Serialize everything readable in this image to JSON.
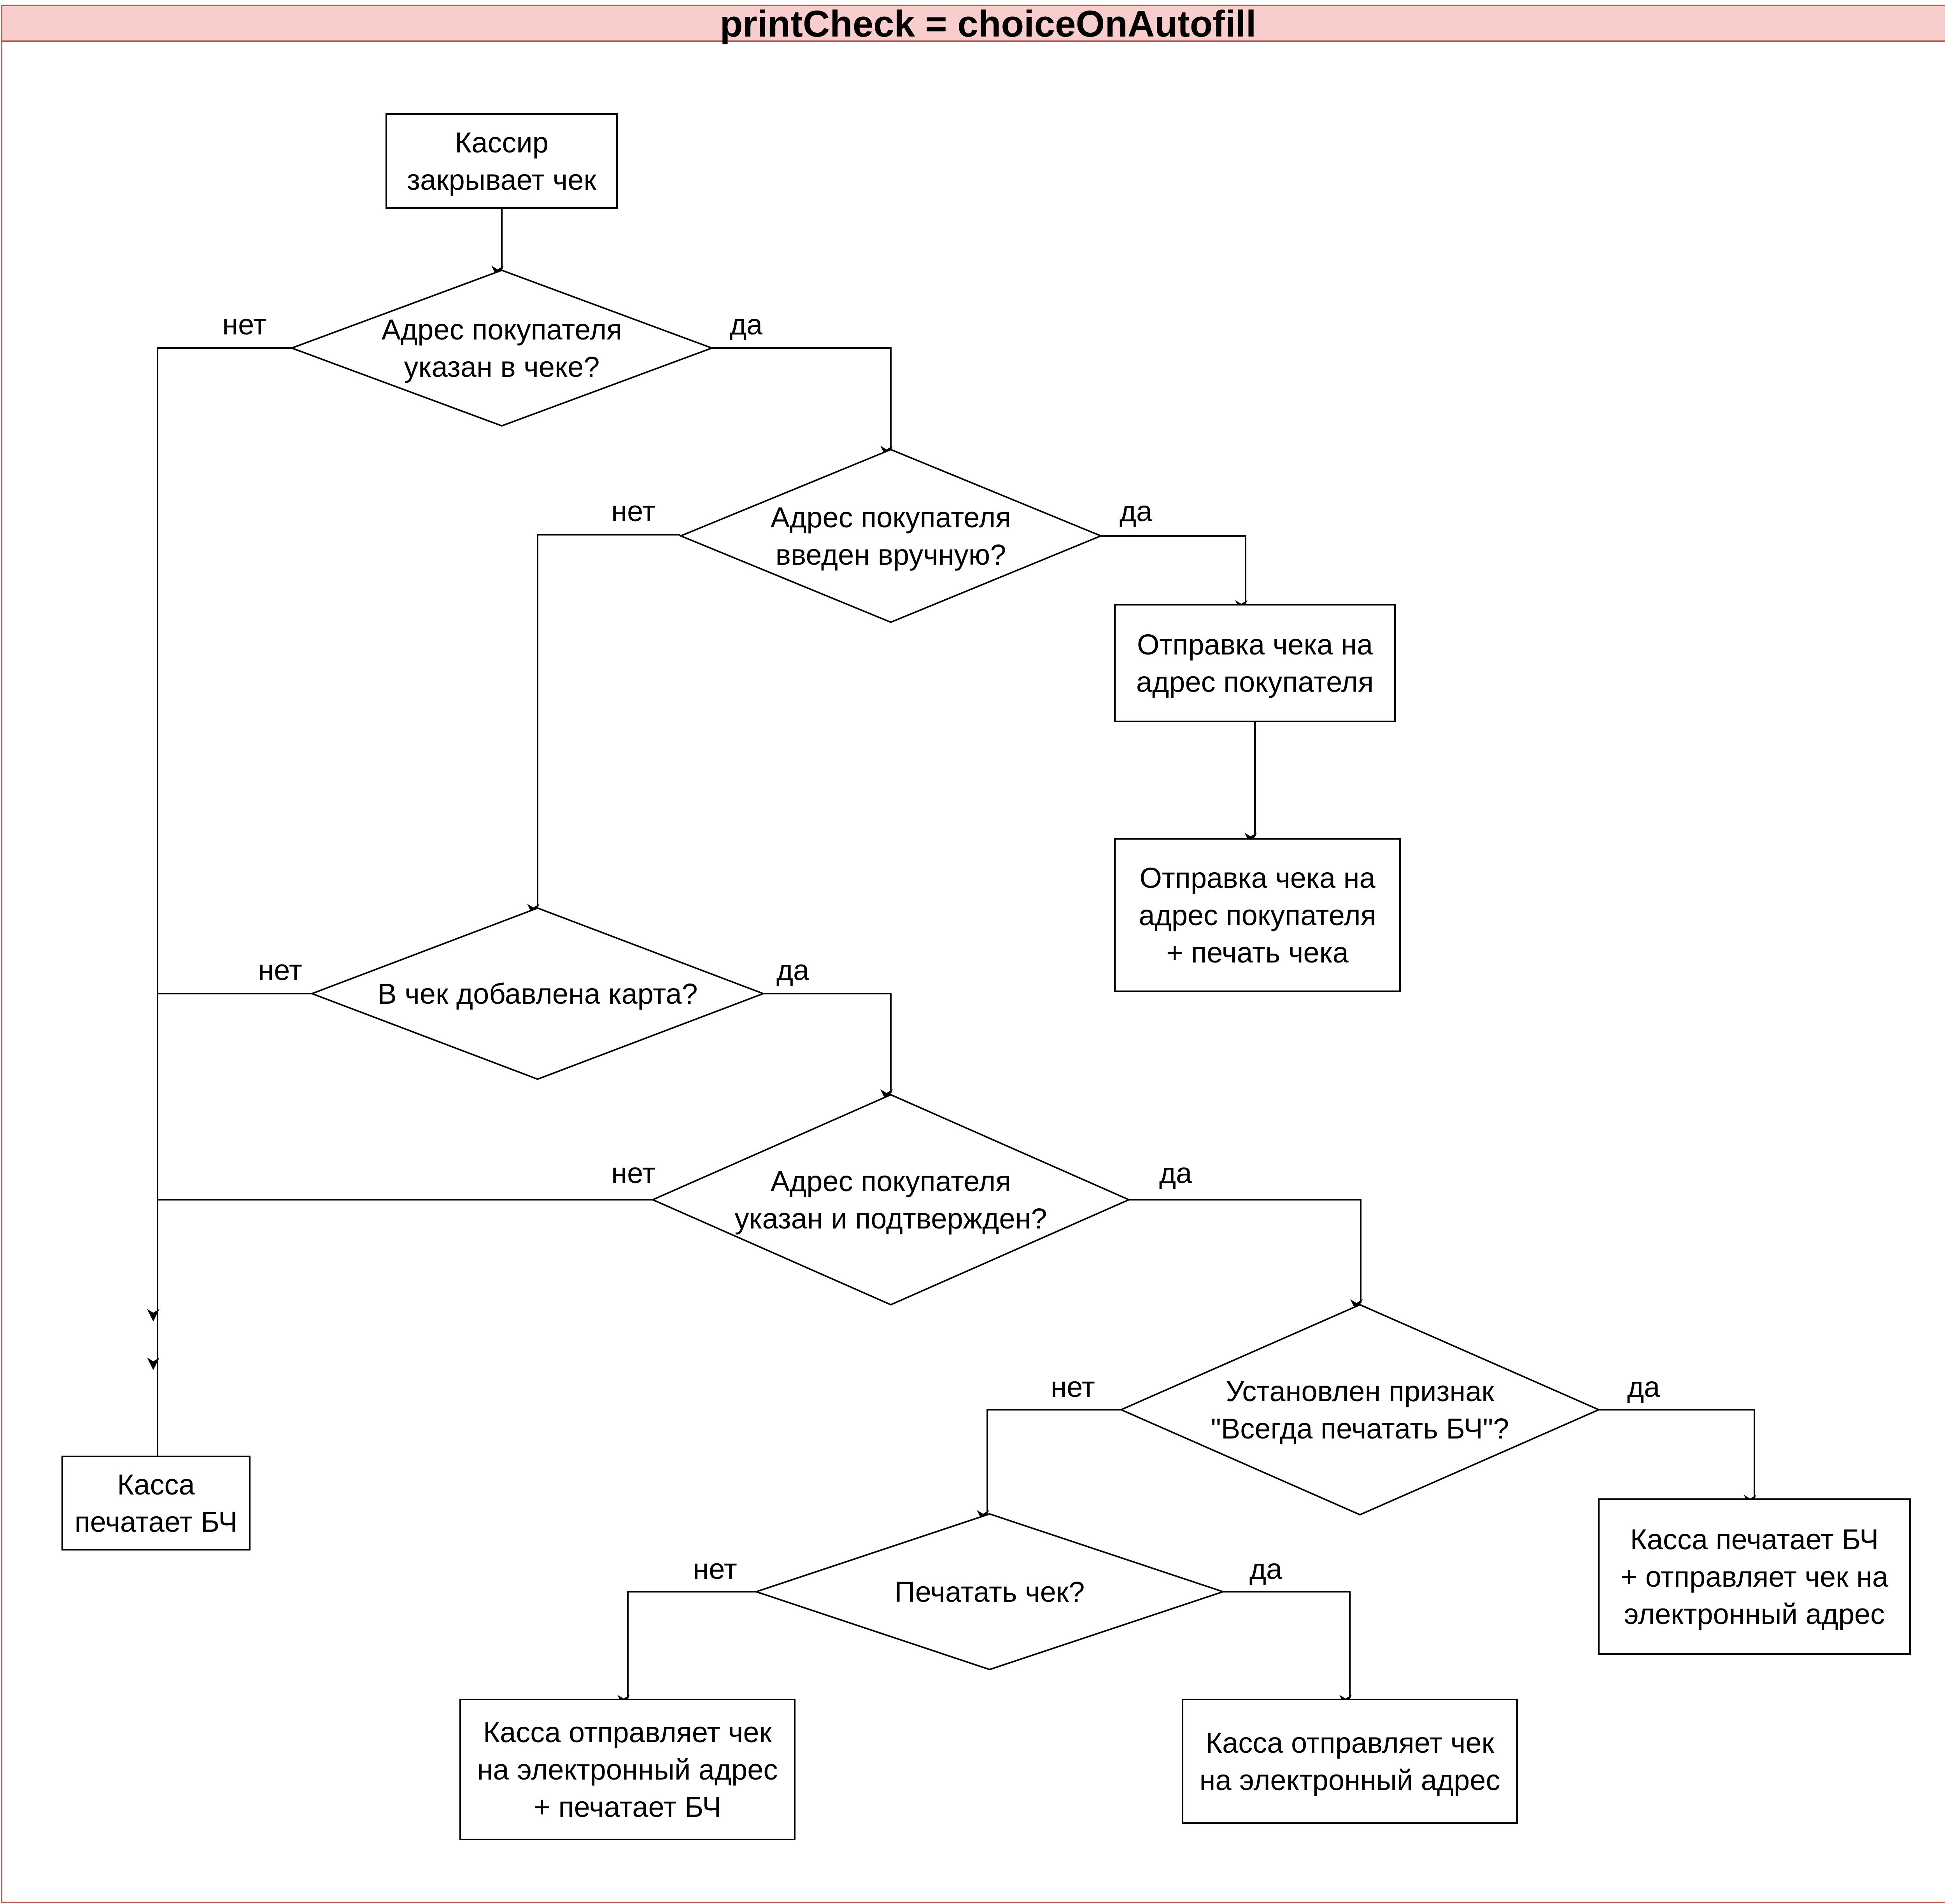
{
  "title": "printCheck = choiceOnAutofill",
  "colors": {
    "frame_border": "#b85450",
    "title_fill": "#f8cecc",
    "stroke": "#000000"
  },
  "nodes": {
    "start": [
      "Кассир",
      "закрывает чек"
    ],
    "d_address_in_check": [
      "Адрес покупателя",
      "указан в чеке?"
    ],
    "d_manual_entry": [
      "Адрес покупателя",
      "введен вручную?"
    ],
    "send_to_address": [
      "Отправка чека на",
      "адрес покупателя"
    ],
    "send_and_print": [
      "Отправка чека на",
      "адрес покупателя",
      "+ печать чека"
    ],
    "d_card_added": [
      "В чек добавлена карта?"
    ],
    "d_confirmed": [
      "Адрес покупателя",
      "указан и подтвержден?"
    ],
    "d_always_print": [
      "Установлен признак",
      "\"Всегда печатать БЧ\"?"
    ],
    "d_print_check": [
      "Печатать чек?"
    ],
    "kassa_prints": [
      "Касса",
      "печатает БЧ"
    ],
    "print_and_send": [
      "Касса печатает БЧ",
      "+ отправляет чек на",
      "электронный адрес"
    ],
    "send_and_print_bch": [
      "Касса отправляет чек",
      "на электронный адрес",
      "+ печатает БЧ"
    ],
    "send_email": [
      "Касса отправляет чек",
      "на электронный адрес"
    ]
  },
  "edge_labels": {
    "no": "нет",
    "yes": "да"
  }
}
